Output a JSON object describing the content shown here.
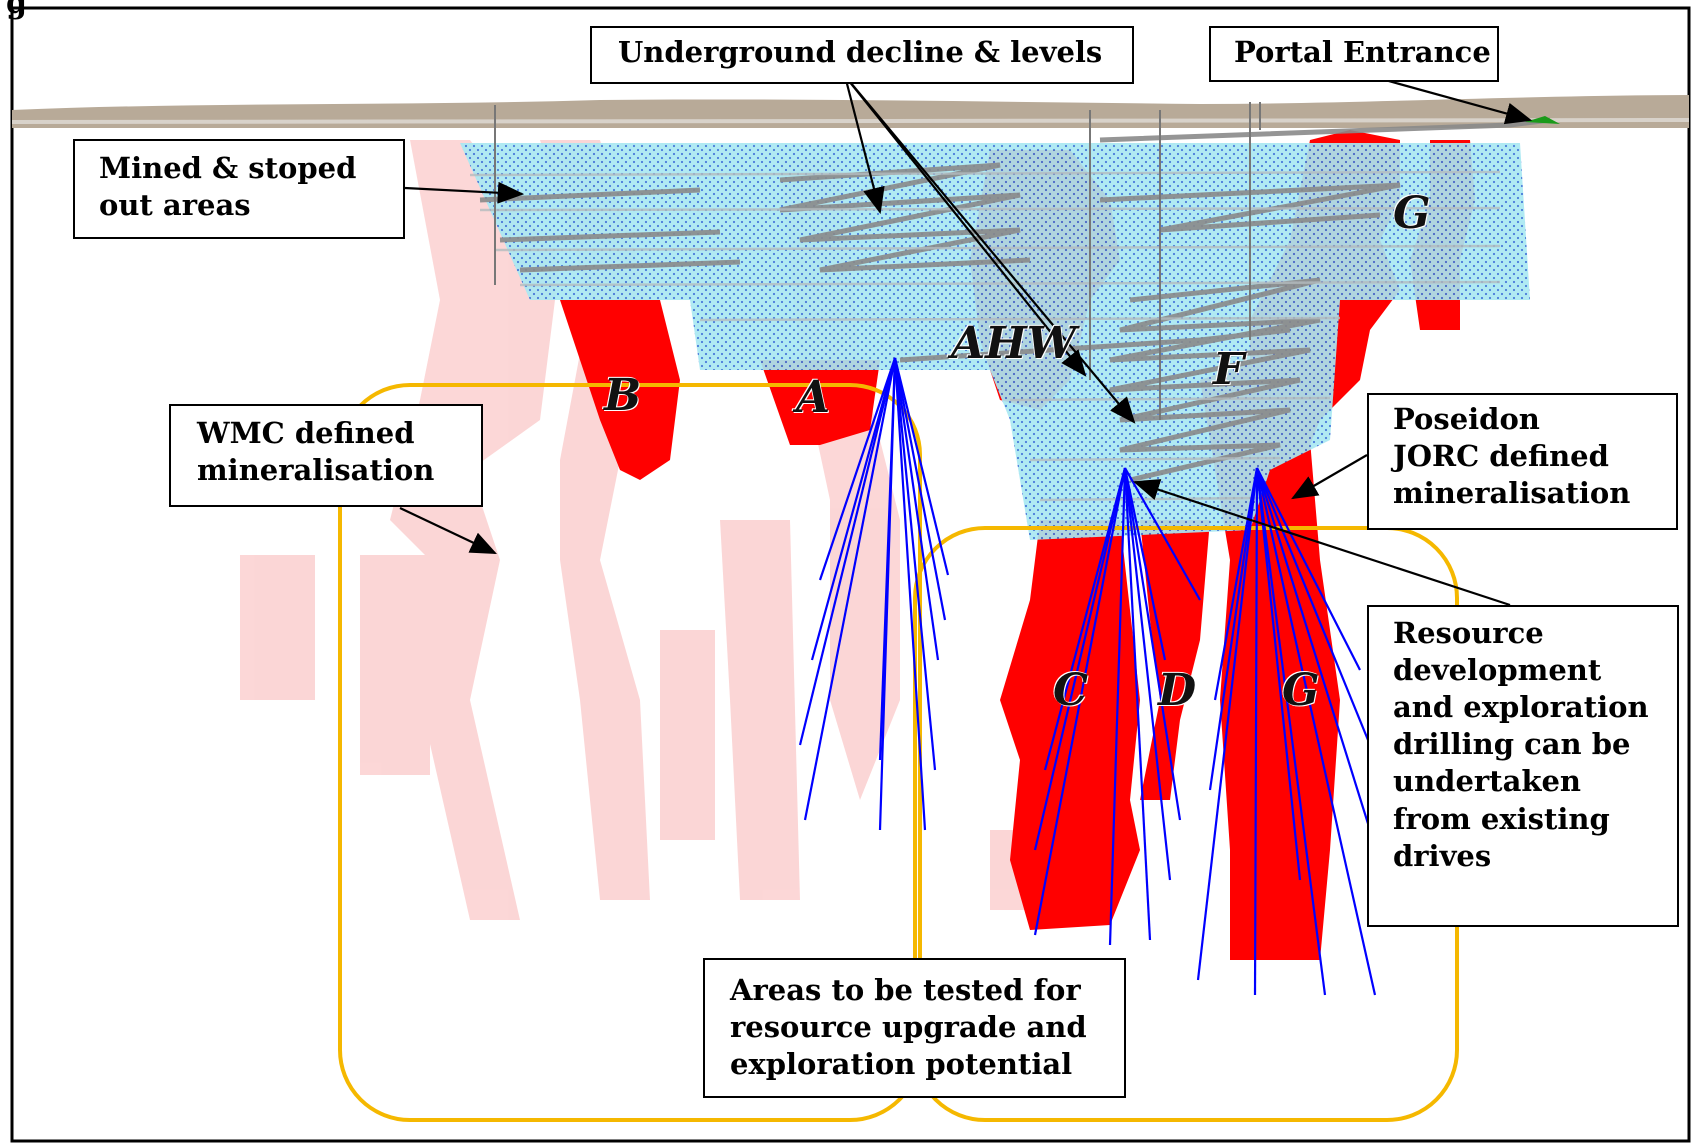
{
  "figure": {
    "header_fragment": "g",
    "callouts": {
      "decline": "Underground decline & levels",
      "portal": "Portal Entrance",
      "mined": "Mined & stoped\nout areas",
      "wmc": "WMC defined\nmineralisation",
      "poseidon": "Poseidon\nJORC defined\nmineralisation",
      "resource": "Resource\ndevelopment\nand exploration\ndrilling can be\nundertaken\nfrom existing\ndrives",
      "areas": "Areas to be tested for\nresource upgrade and\nexploration potential"
    },
    "zone_labels": {
      "g_top": "G",
      "ahw": "AHW",
      "f": "F",
      "b": "B",
      "a": "A",
      "c": "C",
      "d": "D",
      "g_bottom": "G"
    },
    "colors": {
      "ore_body": "#ff0000",
      "wmc_mineralisation": "#fbd0d0",
      "mined_area": "#a9e8f2",
      "drill_holes": "#0000ff",
      "test_area_outline": "#f5b800",
      "surface": "#b8aa98",
      "portal": "#1a9a1a"
    }
  }
}
